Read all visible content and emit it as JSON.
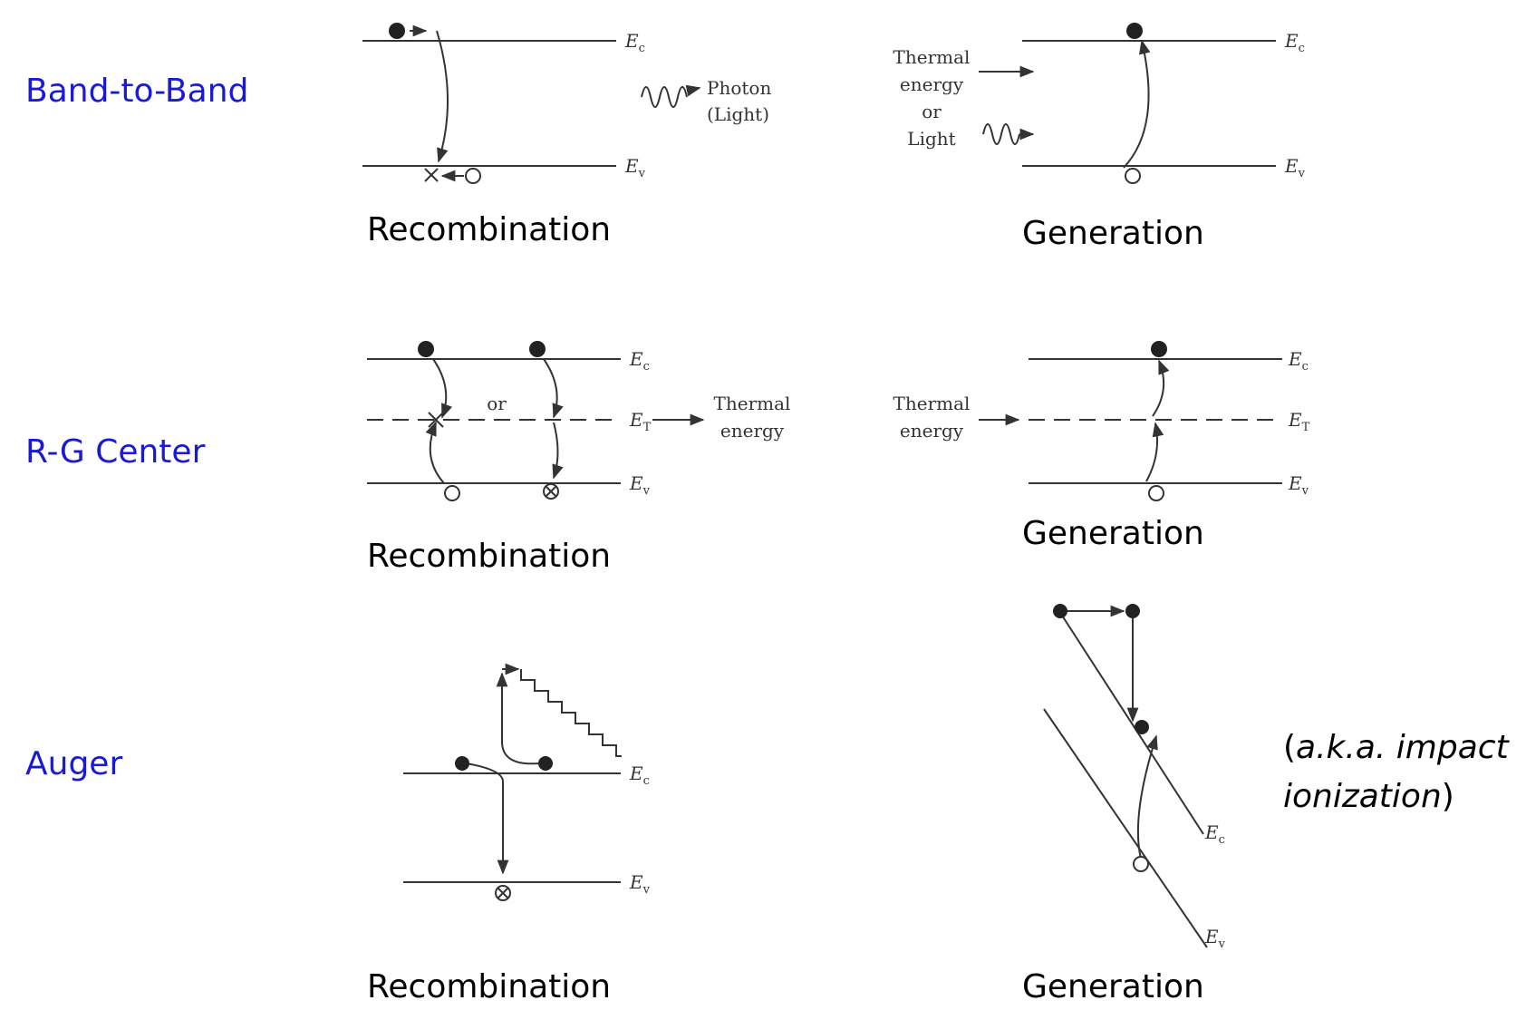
{
  "rows": {
    "band_to_band": "Band-to-Band",
    "rg_center": "R-G Center",
    "auger": "Auger"
  },
  "captions": {
    "recombination": "Recombination",
    "generation": "Generation"
  },
  "levels": {
    "E": "E",
    "c": "c",
    "v": "v",
    "T": "T"
  },
  "annotations": {
    "photon": "Photon",
    "light_paren": "(Light)",
    "thermal": "Thermal",
    "energy": "energy",
    "or": "or",
    "light": "Light",
    "thermal_energy_1": "Thermal",
    "thermal_energy_2": "energy"
  },
  "auger_note": {
    "open": "(",
    "line1": "a.k.a. impact",
    "line2": "ionization",
    "close": ")"
  },
  "colors": {
    "label_blue": "#1a1ad6",
    "ink": "#333333"
  }
}
